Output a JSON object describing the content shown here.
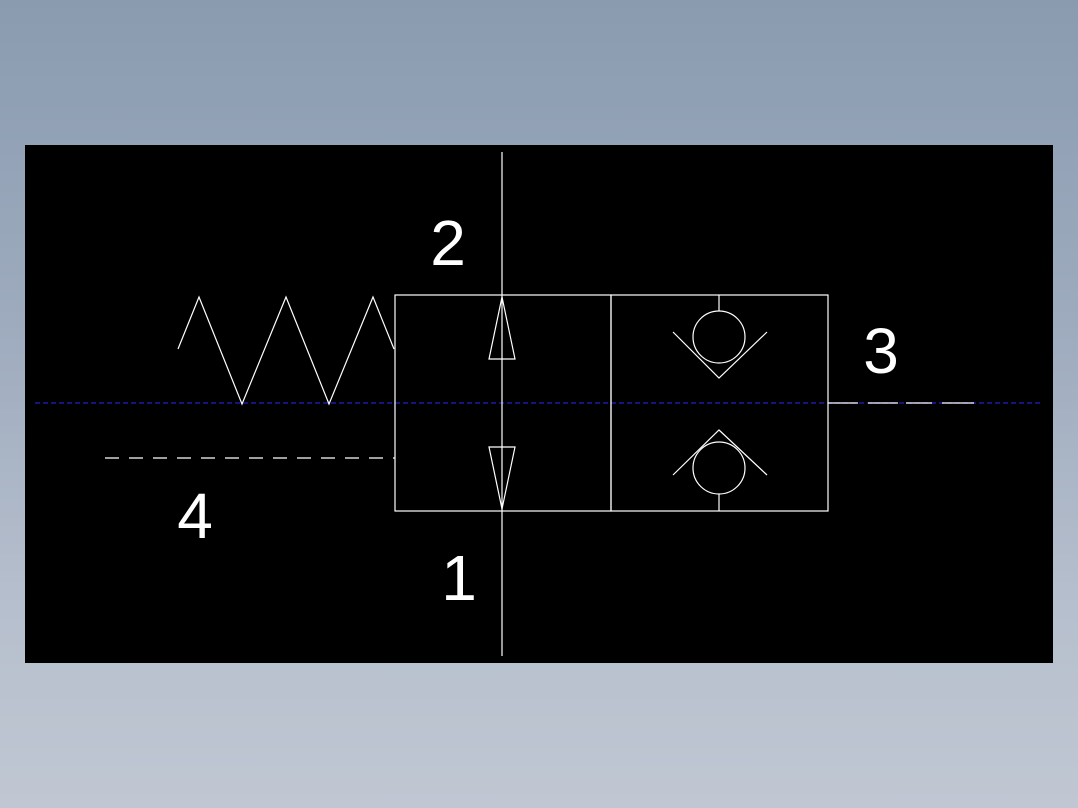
{
  "diagram": {
    "background_color": "#000000",
    "line_color": "#ffffff",
    "centerline_color": "#1a1aa8",
    "ports": {
      "port_2": "2",
      "port_1": "1",
      "port_3": "3",
      "port_4": "4"
    }
  }
}
